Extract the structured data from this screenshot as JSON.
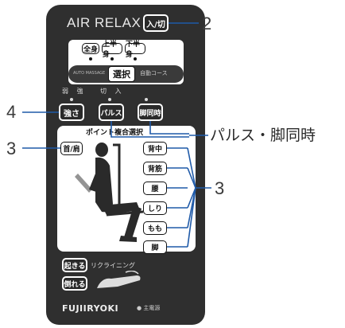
{
  "title": "AIR RELAX",
  "power_button": "入/切",
  "mode_buttons": [
    "全身",
    "上半身",
    "下半身"
  ],
  "auto_massage_label": "AUTO MASSAGE",
  "select_button": "選択",
  "auto_course_label": "自動コース",
  "strength_header": "弱 強",
  "onoff_header": "切 入",
  "strength_button": "強さ",
  "pulse_button": "パルス",
  "leg_sync_button": "脚同時",
  "point_select_label": "ポイント複合選択",
  "neck_shoulder_button": "首/肩",
  "body_parts": [
    "背中",
    "背筋",
    "腰",
    "しり",
    "もも",
    "脚"
  ],
  "stand_button": "起きる",
  "lie_button": "倒れる",
  "reclining_label": "リクライニング",
  "brand": "FUJIIRYOKI",
  "main_power_label": "● 主電源",
  "callouts": {
    "power": "2",
    "strength": "4",
    "neck": "3",
    "pulse_leg": "パルス・脚同時",
    "body": "3"
  },
  "colors": {
    "callout_line": "#1f5aa8",
    "remote_body": "#2f2f2f"
  }
}
